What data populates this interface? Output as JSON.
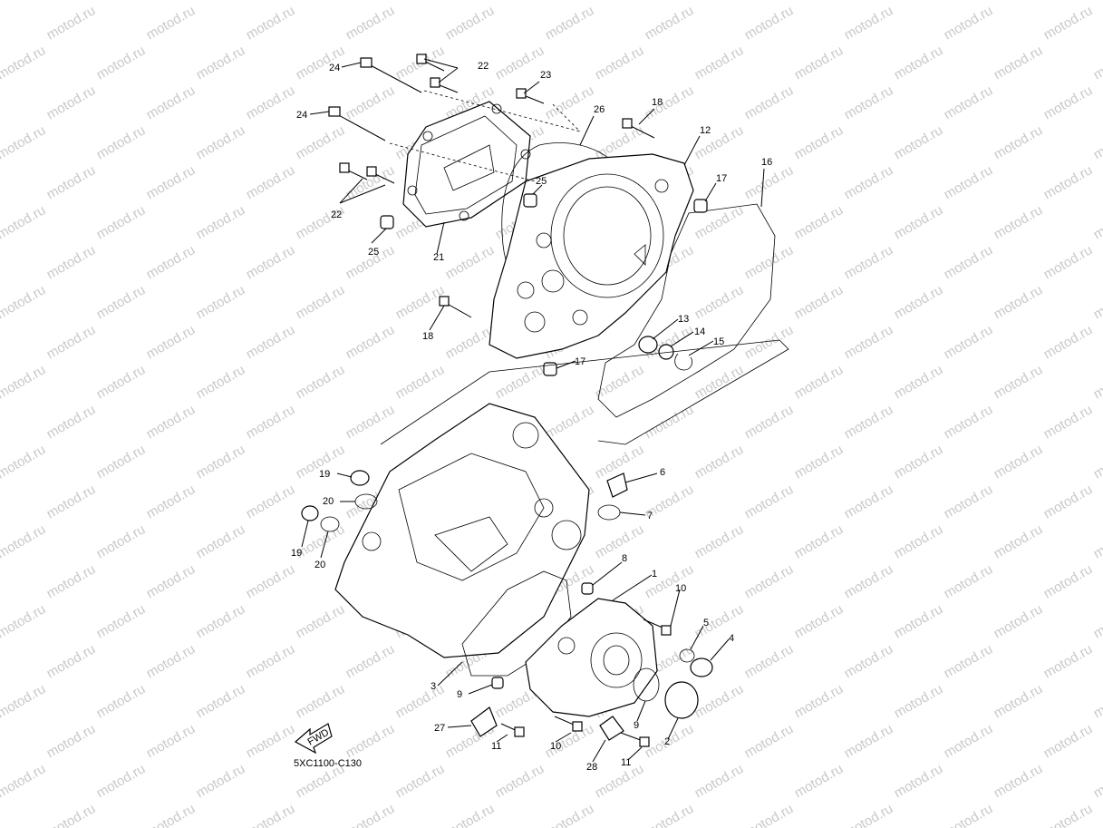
{
  "watermark": "motod.ru",
  "diagram_code": "5XC1100-C130",
  "fwd_label": "FWD",
  "callouts": [
    "1",
    "2",
    "3",
    "4",
    "5",
    "6",
    "7",
    "8",
    "9",
    "9",
    "10",
    "10",
    "11",
    "11",
    "12",
    "13",
    "14",
    "15",
    "16",
    "17",
    "17",
    "18",
    "18",
    "19",
    "19",
    "20",
    "20",
    "21",
    "22",
    "22",
    "23",
    "24",
    "24",
    "25",
    "25",
    "26",
    "27",
    "28"
  ]
}
